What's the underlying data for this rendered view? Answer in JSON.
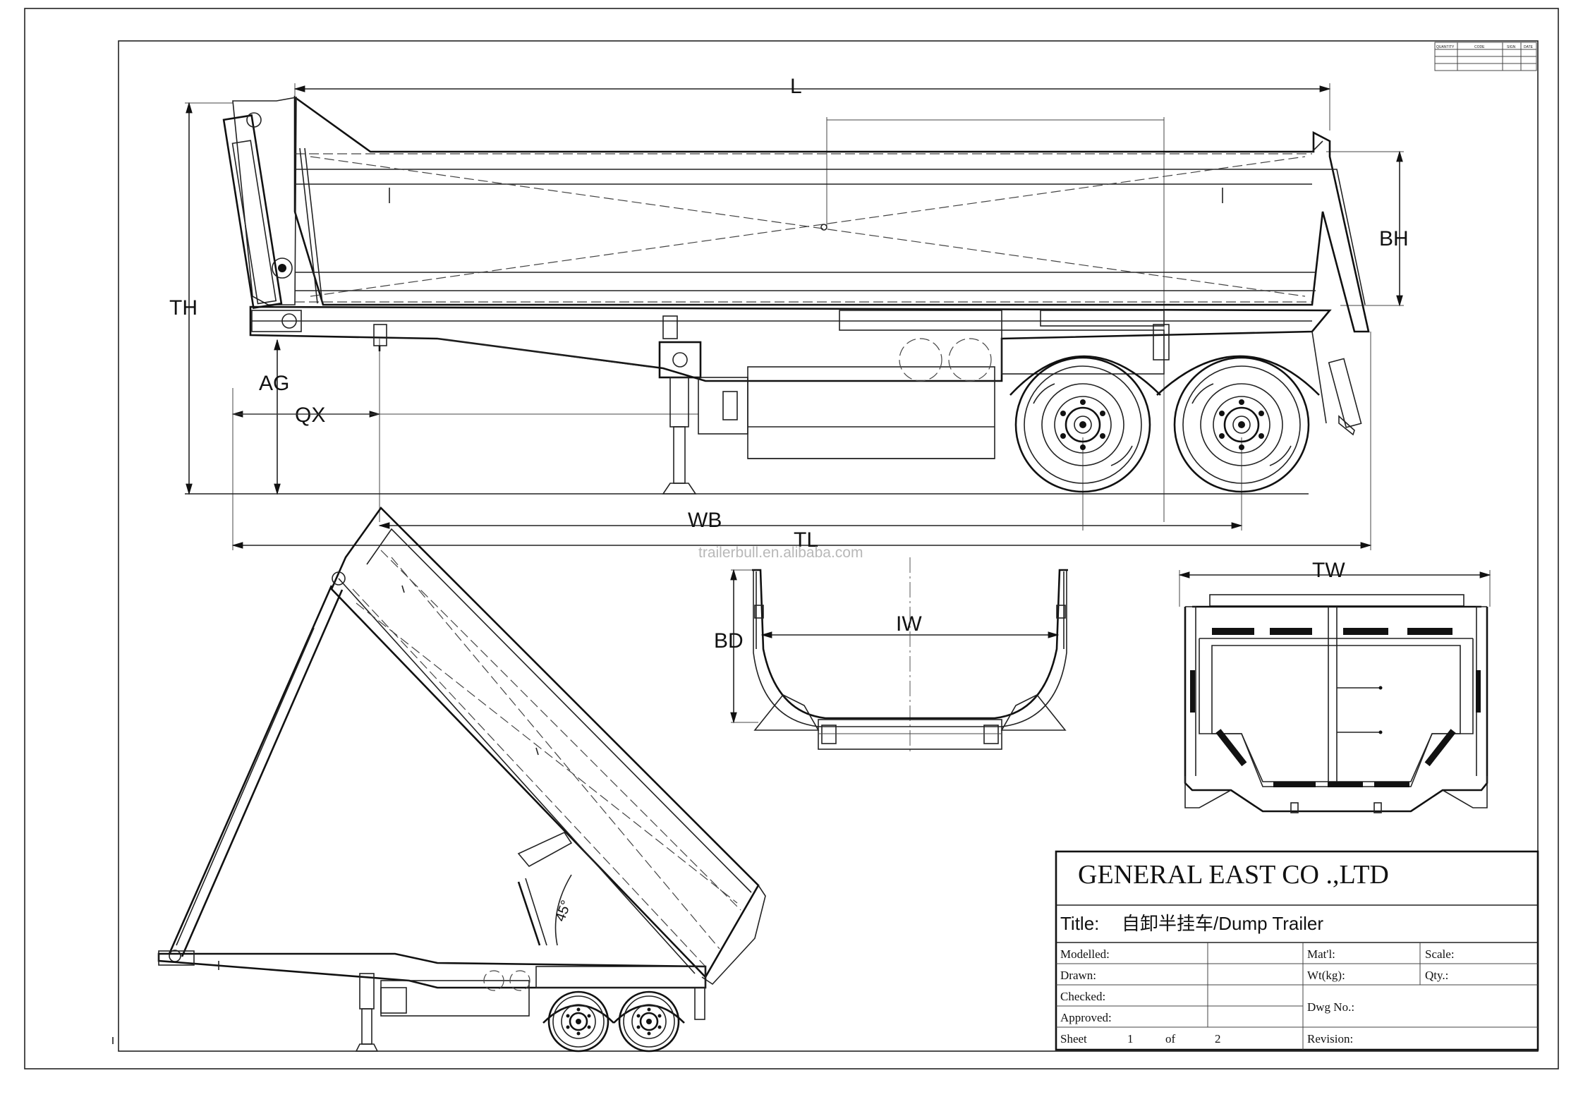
{
  "dimensions": {
    "L": "L",
    "TH": "TH",
    "BH": "BH",
    "AG": "AG",
    "QX": "QX",
    "WB": "WB",
    "TL": "TL",
    "BD": "BD",
    "IW": "IW",
    "TW": "TW"
  },
  "tilt_angle": "45°",
  "watermark": "trailerbull.en.alibaba.com",
  "revision_table": {
    "headers": [
      "QUANTITY",
      "CODE",
      "SIGN",
      "DATE"
    ]
  },
  "title_block": {
    "company": "GENERAL EAST CO .,LTD",
    "title_label": "Title:",
    "title_value": "自卸半挂车/Dump  Trailer",
    "modelled": "Modelled:",
    "drawn": "Drawn:",
    "checked": "Checked:",
    "approved": "Approved:",
    "sheet_label": "Sheet",
    "sheet_number": "1",
    "of_label": "of",
    "sheet_total": "2",
    "material": "Mat'l:",
    "scale": "Scale:",
    "weight": "Wt(kg):",
    "quantity": "Qty.:",
    "dwg_no": "Dwg  No.:",
    "revision": "Revision:"
  }
}
